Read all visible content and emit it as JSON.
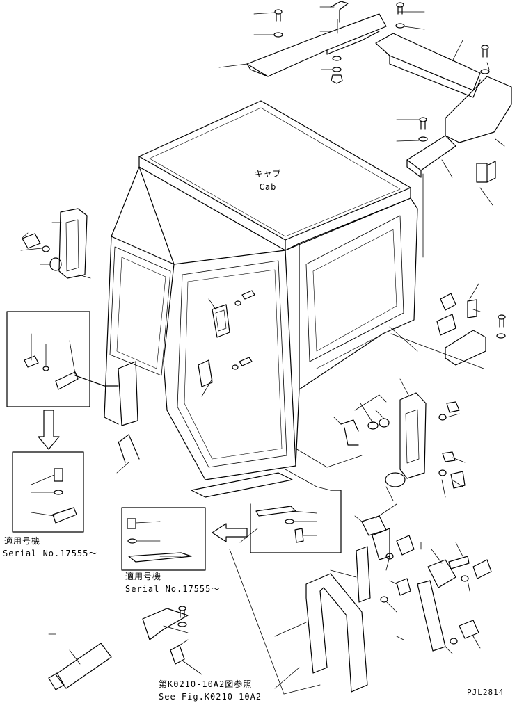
{
  "labels": {
    "cab_jp": "キャブ",
    "cab_en": "Cab",
    "applicable_jp_1": "適用号機",
    "serial_1": "Serial No.17555～",
    "applicable_jp_2": "適用号機",
    "serial_2": "Serial No.17555～",
    "ref_jp": "第K0210-10A2図参照",
    "ref_en": "See Fig.K0210-10A2",
    "drawing_code": "PJL2814"
  },
  "colors": {
    "line": "#000000",
    "background": "#ffffff"
  }
}
